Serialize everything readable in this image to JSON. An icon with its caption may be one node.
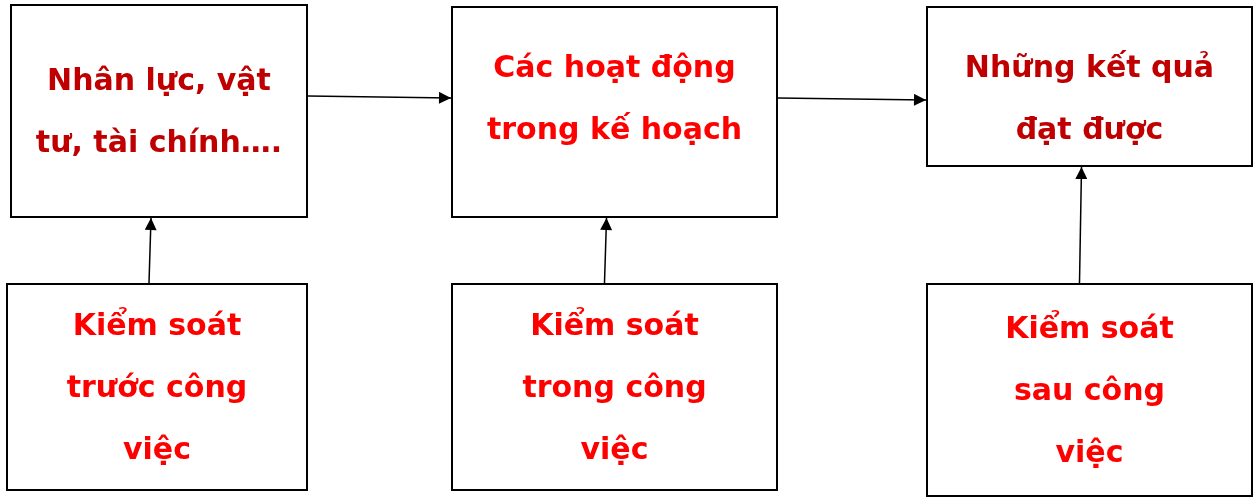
{
  "diagram": {
    "nodes": [
      {
        "text": [
          "Nhân lực, vật tư, tài chính…."
        ]
      },
      {
        "text": [
          "Các hoạt động trong kế hoạch"
        ]
      },
      {
        "text": [
          "Những kết quả đạt được"
        ]
      },
      {
        "text": [
          "Kiểm soát trước công việc"
        ]
      },
      {
        "text": [
          "Kiểm soát trong công việc"
        ]
      },
      {
        "text": [
          "Kiểm soát sau công việc"
        ]
      }
    ],
    "edges": [
      {
        "from": 0,
        "to": 1,
        "arrow": "to"
      },
      {
        "from": 1,
        "to": 2,
        "arrow": "to"
      },
      {
        "from": 3,
        "to": 0,
        "arrow": "to"
      },
      {
        "from": 4,
        "to": 1,
        "arrow": "to"
      },
      {
        "from": 5,
        "to": 2,
        "arrow": "to"
      }
    ]
  }
}
